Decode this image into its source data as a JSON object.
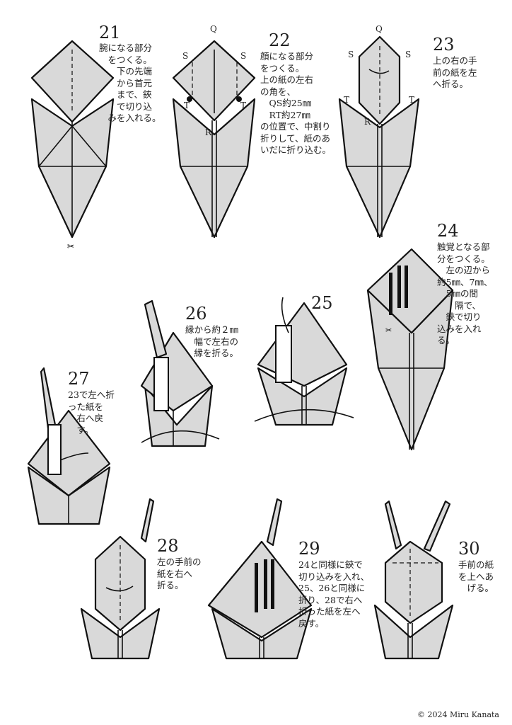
{
  "steps": [
    {
      "number": "21",
      "text": "腕になる部分\n　をつくる。\n　　下の先端\n　　から首元\n　　まで、鋏\n　　で切り込\n　みを入れる。"
    },
    {
      "number": "22",
      "text": "顔になる部分\nをつくる。\n上の紙の左右\nの角を、\n　QS約25㎜\n　RT約27㎜\nの位置で、中割り\n折りして、紙のあ\nいだに折り込む。"
    },
    {
      "number": "23",
      "text": "上の右の手\n前の紙を左\nへ折る。"
    },
    {
      "number": "24",
      "text": "触覚となる部\n分をつくる。\n　左の辺から\n約5㎜、7㎜、\n　5㎜の間\n　　隔で、\n　鋏で切り\n込みを入れ\nる。"
    },
    {
      "number": "25",
      "text": ""
    },
    {
      "number": "26",
      "text": "縁から約２㎜\n　幅で左右の\n　縁を折る。"
    },
    {
      "number": "27",
      "text": "23で左へ折\nった紙を\n　右へ戻\n　す。"
    },
    {
      "number": "28",
      "text": "左の手前の\n紙を右へ\n折る。"
    },
    {
      "number": "29",
      "text": "24と同様に鋏で\n切り込みを入れ、\n25、26と同様に\n折り、28で右へ\n折った紙を左へ\n戻す。"
    },
    {
      "number": "30",
      "text": "手前の紙\nを上へあ\n　げる。"
    }
  ],
  "point_labels": {
    "q": "Q",
    "s": "S",
    "t": "T",
    "r": "R"
  },
  "copyright": "© 2024 Miru Kanata",
  "colors": {
    "paper": "#d9d9d9",
    "line": "#111111"
  }
}
